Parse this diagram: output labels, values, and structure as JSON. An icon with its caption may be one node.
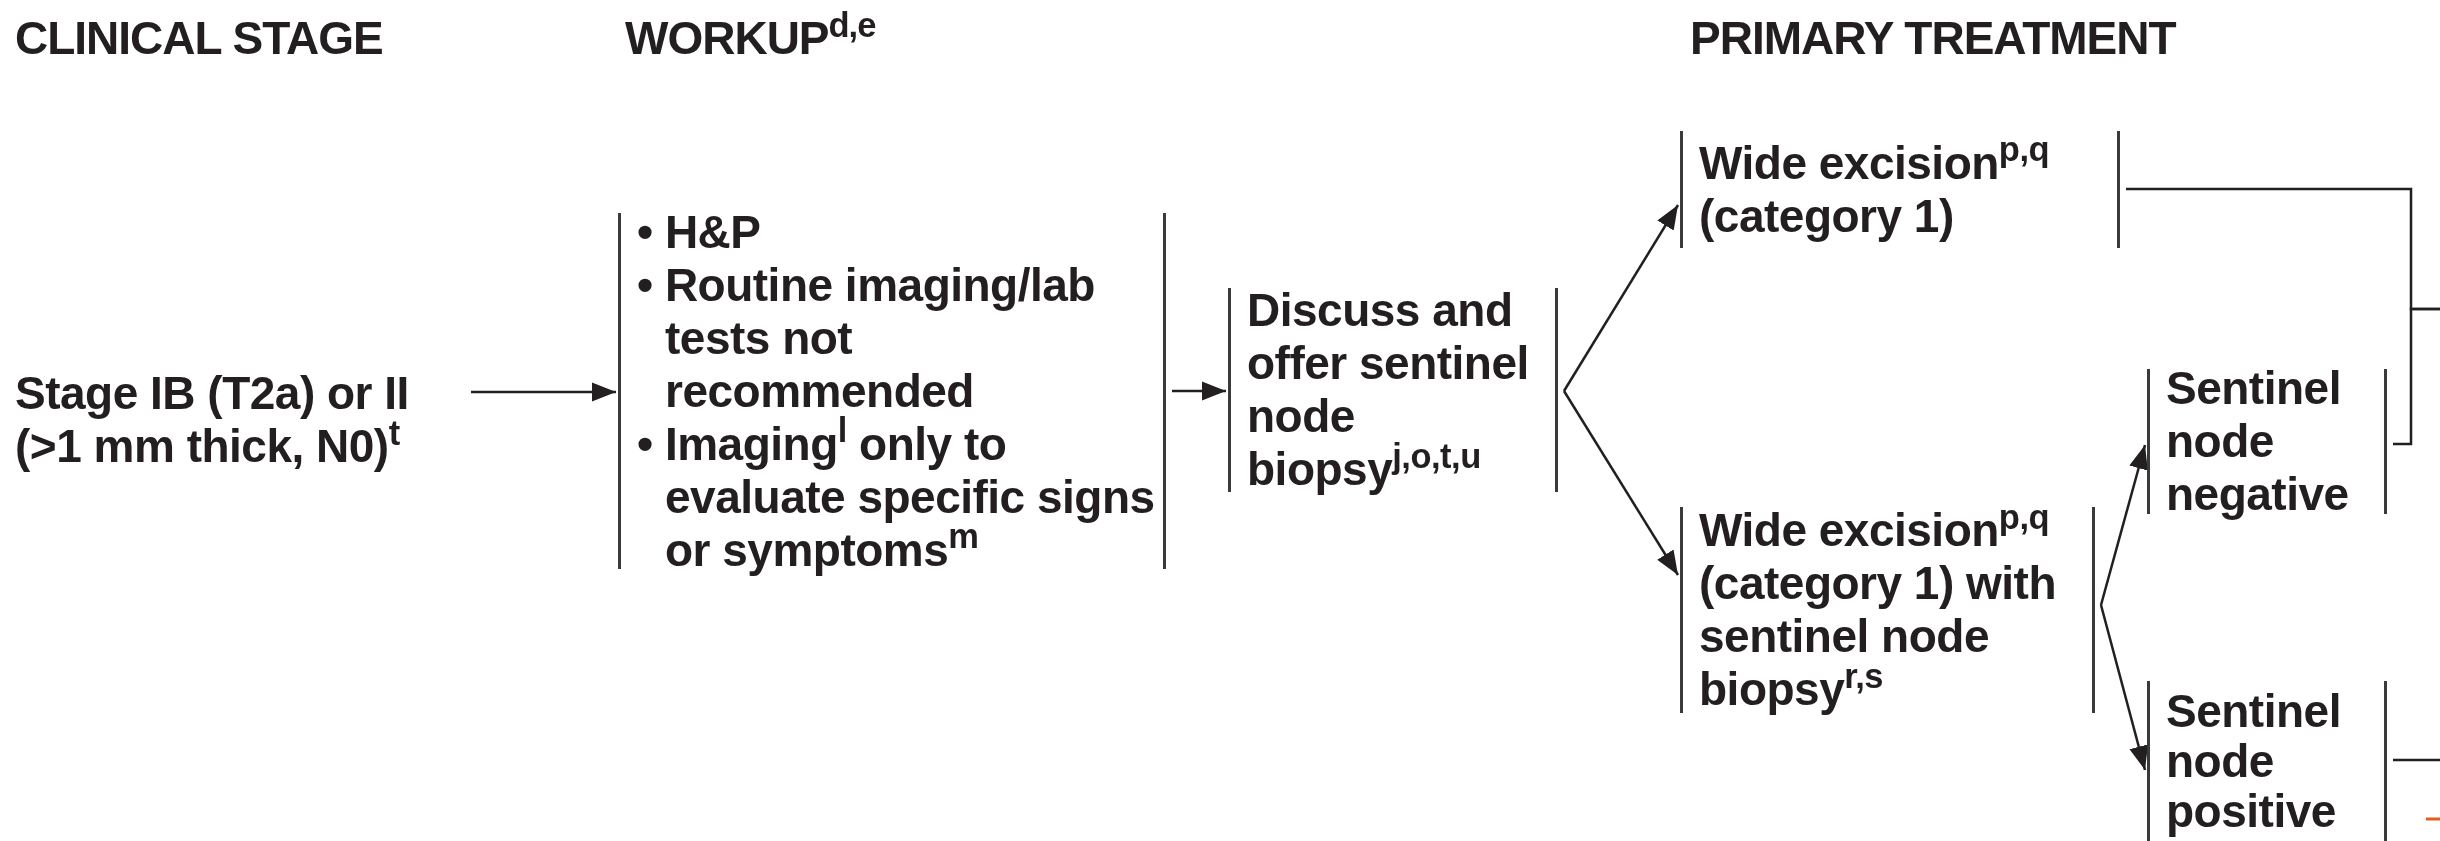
{
  "diagram": {
    "nodes": [
      {
        "text": [
          "Stage IB (T2a) or II (>1 mm thick, N0)$^{t}$"
        ]
      },
      {
        "text": [
          "• H&P",
          "• Routine imaging/lab tests not recommended",
          "• Imaging$^{l}$ only to evaluate specific signs or symptoms$^{m}$"
        ]
      },
      {
        "text": [
          "Discuss and offer sentinel node biopsy$^{j,o,t,u}$"
        ]
      },
      {
        "text": [
          "Wide excision$^{p,q}$ (category 1)"
        ]
      },
      {
        "text": [
          "Wide excision$^{p,q}$ (category 1) with sentinel node biopsy$^{r,s}$"
        ]
      },
      {
        "text": [
          "Sentinel node negative"
        ]
      },
      {
        "text": [
          "Sentinel node positive"
        ]
      }
    ],
    "edges": [
      {
        "from": 0,
        "to": 1,
        "arrow": "to"
      },
      {
        "from": 1,
        "to": 2,
        "arrow": "to"
      },
      {
        "from": 2,
        "to": 3,
        "arrow": "to"
      },
      {
        "from": 2,
        "to": 4,
        "arrow": "to"
      },
      {
        "from": 4,
        "to": 5,
        "arrow": "to"
      },
      {
        "from": 4,
        "to": 6,
        "arrow": "to"
      },
      {
        "from": 3,
        "to": null,
        "arrow": "none"
      },
      {
        "from": 5,
        "to": null,
        "arrow": "none"
      },
      {
        "from": 6,
        "to": null,
        "arrow": "none"
      }
    ],
    "labels": [
      "CLINICAL STAGE",
      "WORKUP$^{d,e}$",
      "PRIMARY TREATMENT"
    ]
  }
}
